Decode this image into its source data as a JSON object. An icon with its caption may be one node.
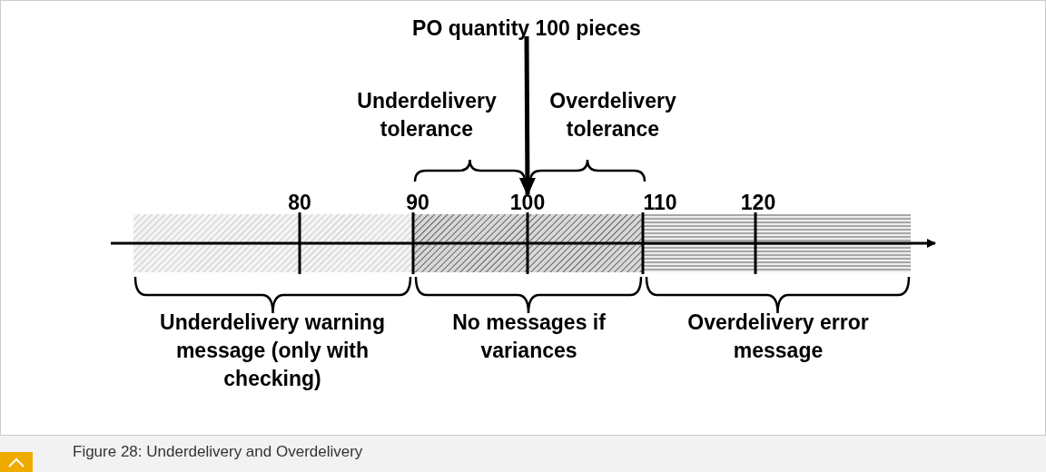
{
  "diagram": {
    "caption": "Figure 28: Underdelivery and Overdelivery",
    "nodes": [
      {
        "text": [
          "PO quantity 100 pieces"
        ]
      },
      {
        "text": [
          "100"
        ]
      }
    ],
    "edges": [
      {
        "from": 0,
        "to": 1,
        "arrow": "to"
      }
    ],
    "labels": [
      "Underdelivery tolerance",
      "Overdelivery tolerance",
      "80",
      "90",
      "110",
      "120",
      "Underdelivery warning message (only with checking)",
      "No messages if variances",
      "Overdelivery error message"
    ]
  }
}
